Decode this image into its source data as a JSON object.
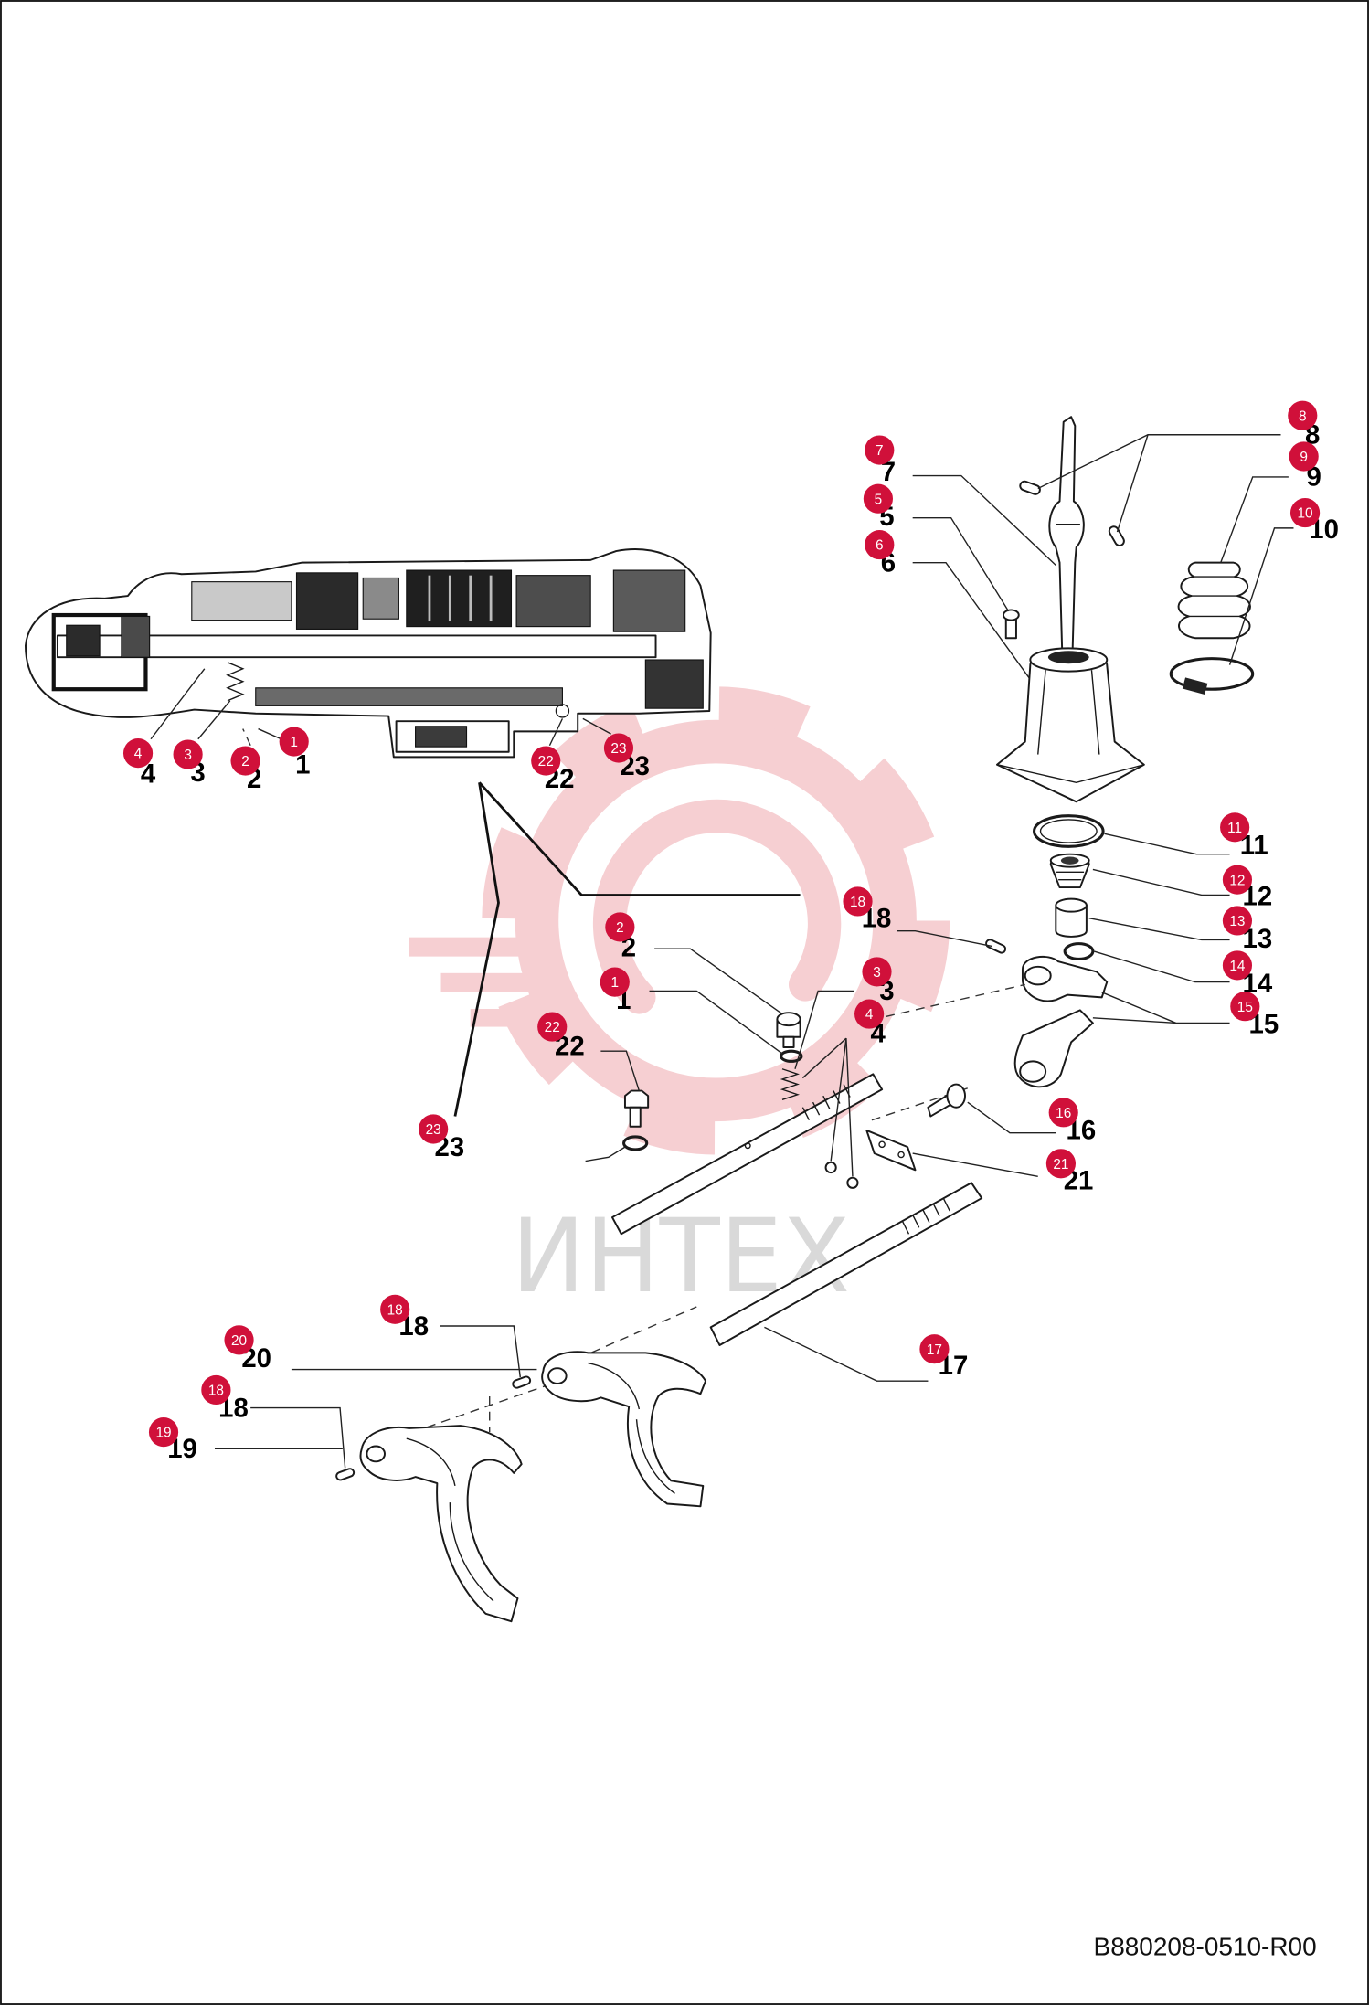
{
  "diagram": {
    "code": "B880208-0510-R00",
    "watermark": "ИНТЕХ",
    "colors": {
      "badge": "#d0103a",
      "badge_text": "#ffffff",
      "watermark_logo": "#f6cfd2",
      "watermark_text": "#d9d9d9"
    },
    "callouts": [
      {
        "number": "4"
      },
      {
        "number": "3"
      },
      {
        "number": "2"
      },
      {
        "number": "1"
      },
      {
        "number": "22"
      },
      {
        "number": "23"
      },
      {
        "number": "8"
      },
      {
        "number": "7"
      },
      {
        "number": "9"
      },
      {
        "number": "5"
      },
      {
        "number": "10"
      },
      {
        "number": "6"
      },
      {
        "number": "11"
      },
      {
        "number": "12"
      },
      {
        "number": "13"
      },
      {
        "number": "14"
      },
      {
        "number": "15"
      },
      {
        "number": "18"
      },
      {
        "number": "2"
      },
      {
        "number": "3"
      },
      {
        "number": "1"
      },
      {
        "number": "4"
      },
      {
        "number": "22"
      },
      {
        "number": "16"
      },
      {
        "number": "23"
      },
      {
        "number": "21"
      },
      {
        "number": "18"
      },
      {
        "number": "20"
      },
      {
        "number": "17"
      },
      {
        "number": "18"
      },
      {
        "number": "19"
      }
    ]
  }
}
